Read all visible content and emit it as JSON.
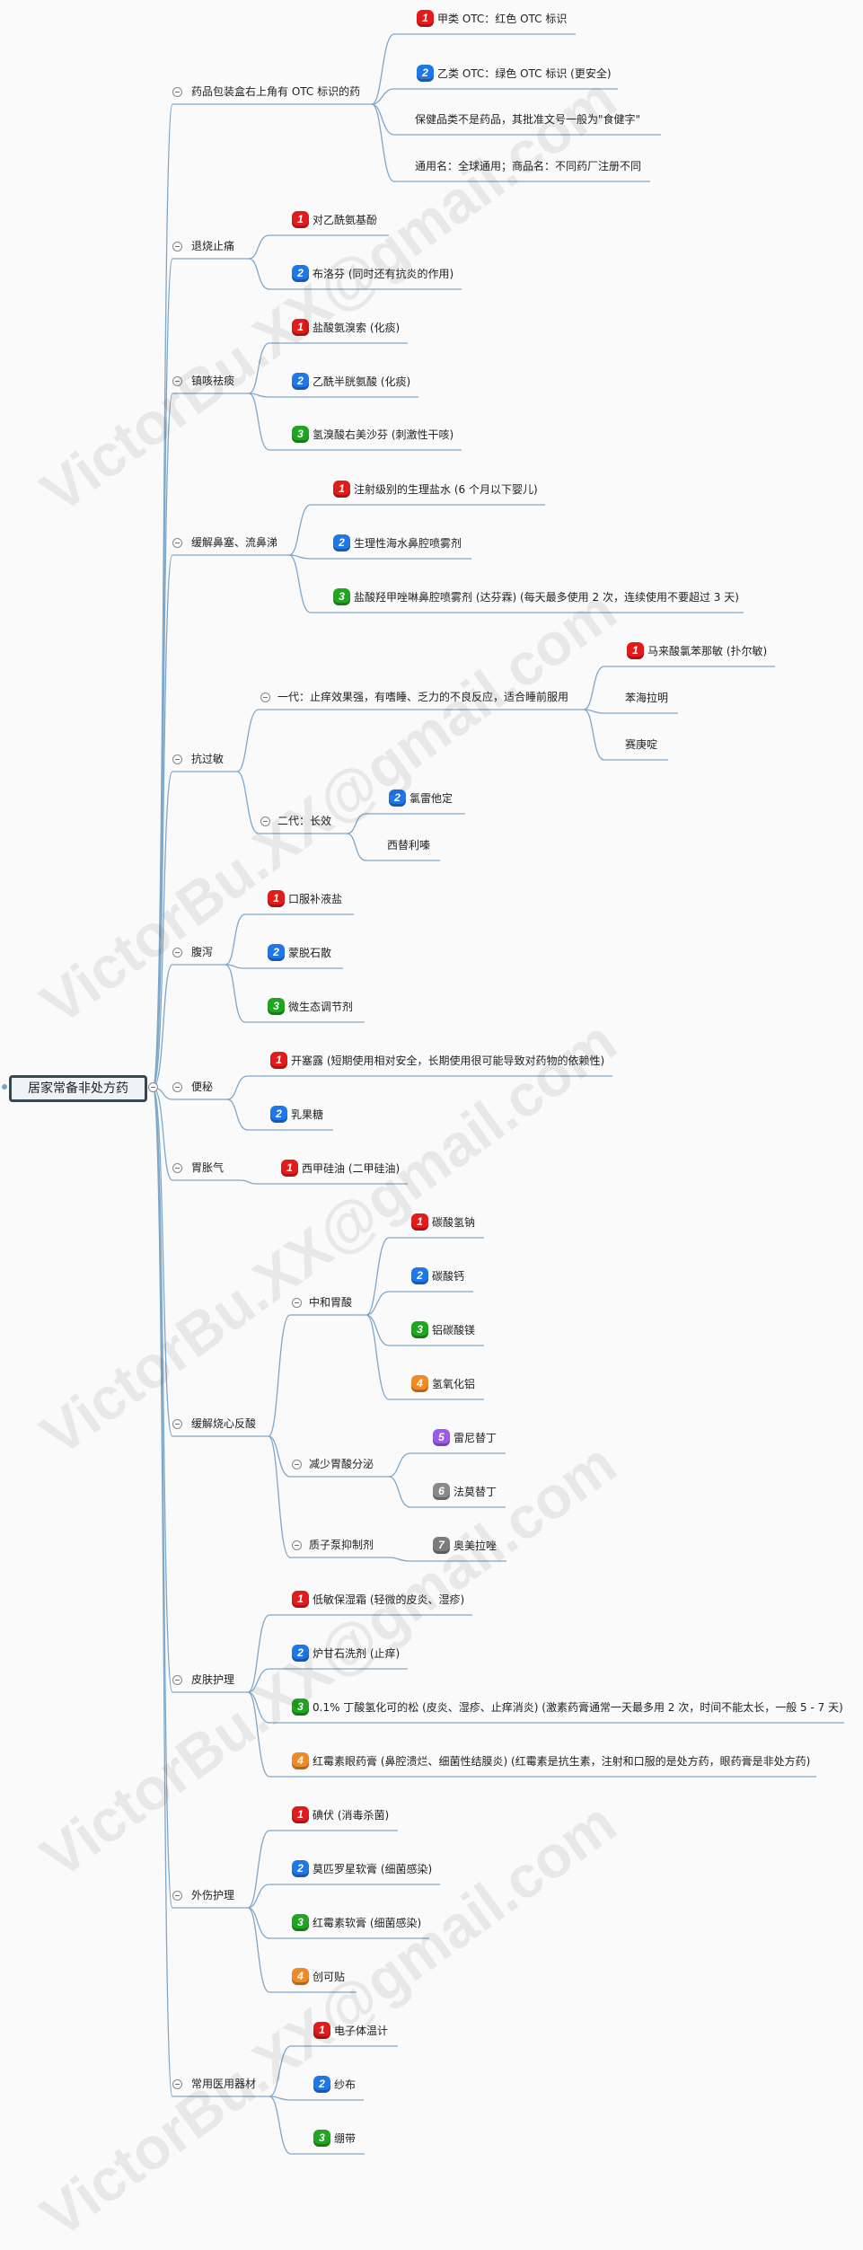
{
  "watermark": "VictorBu.XX@gmail.com",
  "badge_colors": {
    "1": "#e21b1b",
    "2": "#1f78e6",
    "3": "#1fa51f",
    "4": "#f08a28",
    "5": "#9a5be6",
    "6": "#8a8a8a",
    "7": "#7c7c7c"
  },
  "root": {
    "title": "居家常备非处方药"
  },
  "topics": [
    {
      "label": "药品包装盒右上角有 OTC 标识的药",
      "children": [
        {
          "badge": "1",
          "label": "甲类 OTC：红色 OTC 标识"
        },
        {
          "badge": "2",
          "label": "乙类 OTC：绿色 OTC 标识 (更安全)"
        },
        {
          "label": "保健品类不是药品，其批准文号一般为\"食健字\""
        },
        {
          "label": "通用名：全球通用；商品名：不同药厂注册不同"
        }
      ]
    },
    {
      "label": "退烧止痛",
      "children": [
        {
          "badge": "1",
          "label": "对乙酰氨基酚"
        },
        {
          "badge": "2",
          "label": "布洛芬 (同时还有抗炎的作用)"
        }
      ]
    },
    {
      "label": "镇咳祛痰",
      "children": [
        {
          "badge": "1",
          "label": "盐酸氨溴索 (化痰)"
        },
        {
          "badge": "2",
          "label": "乙酰半胱氨酸 (化痰)"
        },
        {
          "badge": "3",
          "label": "氢溴酸右美沙芬 (刺激性干咳)"
        }
      ]
    },
    {
      "label": "缓解鼻塞、流鼻涕",
      "children": [
        {
          "badge": "1",
          "label": "注射级别的生理盐水 (6 个月以下婴儿)"
        },
        {
          "badge": "2",
          "label": "生理性海水鼻腔喷雾剂"
        },
        {
          "badge": "3",
          "label": "盐酸羟甲唑啉鼻腔喷雾剂 (达芬霖) (每天最多使用 2 次，连续使用不要超过 3 天)"
        }
      ]
    },
    {
      "label": "抗过敏",
      "children": [
        {
          "label": "一代：止痒效果强，有嗜睡、乏力的不良反应，适合睡前服用",
          "children": [
            {
              "badge": "1",
              "label": "马来酸氯苯那敏 (扑尔敏)"
            },
            {
              "label": "苯海拉明"
            },
            {
              "label": "赛庚啶"
            }
          ]
        },
        {
          "label": "二代：长效",
          "children": [
            {
              "badge": "2",
              "label": "氯雷他定"
            },
            {
              "label": "西替利嗪"
            }
          ]
        }
      ]
    },
    {
      "label": "腹泻",
      "children": [
        {
          "badge": "1",
          "label": "口服补液盐"
        },
        {
          "badge": "2",
          "label": "蒙脱石散"
        },
        {
          "badge": "3",
          "label": "微生态调节剂"
        }
      ]
    },
    {
      "label": "便秘",
      "children": [
        {
          "badge": "1",
          "label": "开塞露 (短期使用相对安全，长期使用很可能导致对药物的依赖性)"
        },
        {
          "badge": "2",
          "label": "乳果糖"
        }
      ]
    },
    {
      "label": "胃胀气",
      "children": [
        {
          "badge": "1",
          "label": "西甲硅油 (二甲硅油)"
        }
      ]
    },
    {
      "label": "缓解烧心反酸",
      "children": [
        {
          "label": "中和胃酸",
          "children": [
            {
              "badge": "1",
              "label": "碳酸氢钠"
            },
            {
              "badge": "2",
              "label": "碳酸钙"
            },
            {
              "badge": "3",
              "label": "铝碳酸镁"
            },
            {
              "badge": "4",
              "label": "氢氧化铝"
            }
          ]
        },
        {
          "label": "减少胃酸分泌",
          "children": [
            {
              "badge": "5",
              "label": "雷尼替丁"
            },
            {
              "badge": "6",
              "label": "法莫替丁"
            }
          ]
        },
        {
          "label": "质子泵抑制剂",
          "children": [
            {
              "badge": "7",
              "label": "奥美拉唑"
            }
          ]
        }
      ]
    },
    {
      "label": "皮肤护理",
      "children": [
        {
          "badge": "1",
          "label": "低敏保湿霜 (轻微的皮炎、湿疹)"
        },
        {
          "badge": "2",
          "label": "炉甘石洗剂 (止痒)"
        },
        {
          "badge": "3",
          "label": "0.1% 丁酸氢化可的松 (皮炎、湿疹、止痒消炎) (激素药膏通常一天最多用 2 次，时间不能太长，一般 5 - 7 天)"
        },
        {
          "badge": "4",
          "label": "红霉素眼药膏 (鼻腔溃烂、细菌性结膜炎) (红霉素是抗生素，注射和口服的是处方药，眼药膏是非处方药)"
        }
      ]
    },
    {
      "label": "外伤护理",
      "children": [
        {
          "badge": "1",
          "label": "碘伏 (消毒杀菌)"
        },
        {
          "badge": "2",
          "label": "莫匹罗星软膏 (细菌感染)"
        },
        {
          "badge": "3",
          "label": "红霉素软膏 (细菌感染)"
        },
        {
          "badge": "4",
          "label": "创可贴"
        }
      ]
    },
    {
      "label": "常用医用器材",
      "children": [
        {
          "badge": "1",
          "label": "电子体温计"
        },
        {
          "badge": "2",
          "label": "纱布"
        },
        {
          "badge": "3",
          "label": "绷带"
        }
      ]
    }
  ]
}
